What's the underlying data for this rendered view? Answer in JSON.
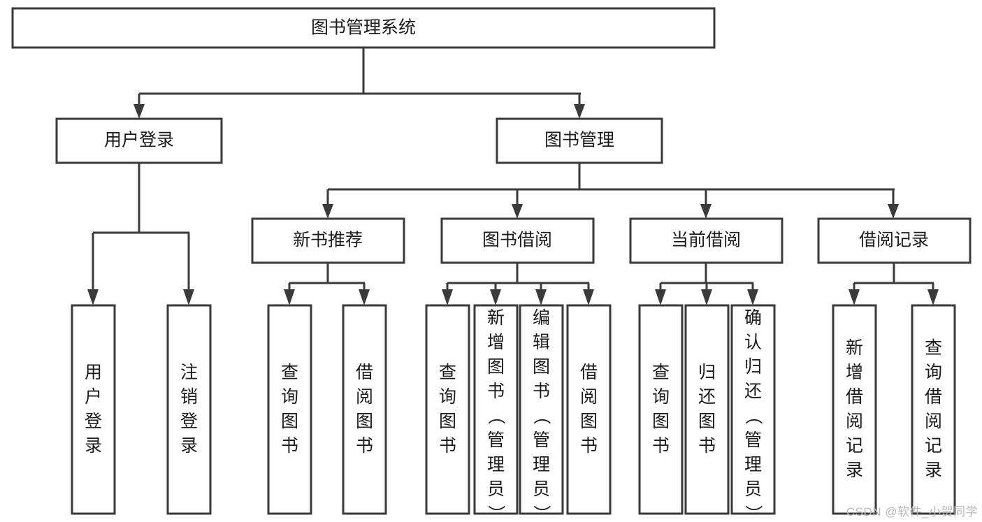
{
  "diagram": {
    "title": "图书管理系统",
    "type": "tree-hierarchy",
    "levels": 4,
    "colors": {
      "stroke": "#3a3a3a",
      "fill": "#ffffff",
      "text": "#1b1b1b",
      "watermark": "#b9b9b9"
    },
    "root": {
      "id": "root",
      "label": "图书管理系统"
    },
    "level2": [
      {
        "id": "user-login",
        "label": "用户登录"
      },
      {
        "id": "book-manage",
        "label": "图书管理"
      }
    ],
    "level3": [
      {
        "id": "new-book-rec",
        "label": "新书推荐",
        "parent": "book-manage"
      },
      {
        "id": "book-borrow",
        "label": "图书借阅",
        "parent": "book-manage"
      },
      {
        "id": "current-borrow",
        "label": "当前借阅",
        "parent": "book-manage"
      },
      {
        "id": "borrow-record",
        "label": "借阅记录",
        "parent": "book-manage"
      }
    ],
    "leaves": {
      "user-login": [
        {
          "id": "leaf-user-login",
          "label": "用户登录"
        },
        {
          "id": "leaf-logout",
          "label": "注销登录"
        }
      ],
      "new-book-rec": [
        {
          "id": "leaf-query-book-1",
          "label": "查询图书"
        },
        {
          "id": "leaf-borrow-book-1",
          "label": "借阅图书"
        }
      ],
      "book-borrow": [
        {
          "id": "leaf-query-book-2",
          "label": "查询图书"
        },
        {
          "id": "leaf-add-book",
          "label": "新增图书（管理员）"
        },
        {
          "id": "leaf-edit-book",
          "label": "编辑图书（管理员）"
        },
        {
          "id": "leaf-borrow-book-2",
          "label": "借阅图书"
        }
      ],
      "current-borrow": [
        {
          "id": "leaf-query-book-3",
          "label": "查询图书"
        },
        {
          "id": "leaf-return-book",
          "label": "归还图书"
        },
        {
          "id": "leaf-confirm-return",
          "label": "确认归还（管理员）"
        }
      ],
      "borrow-record": [
        {
          "id": "leaf-add-record",
          "label": "新增借阅记录"
        },
        {
          "id": "leaf-query-record",
          "label": "查询借阅记录"
        }
      ]
    }
  },
  "watermark": {
    "text": "CSDN @软件_小贺同学"
  }
}
